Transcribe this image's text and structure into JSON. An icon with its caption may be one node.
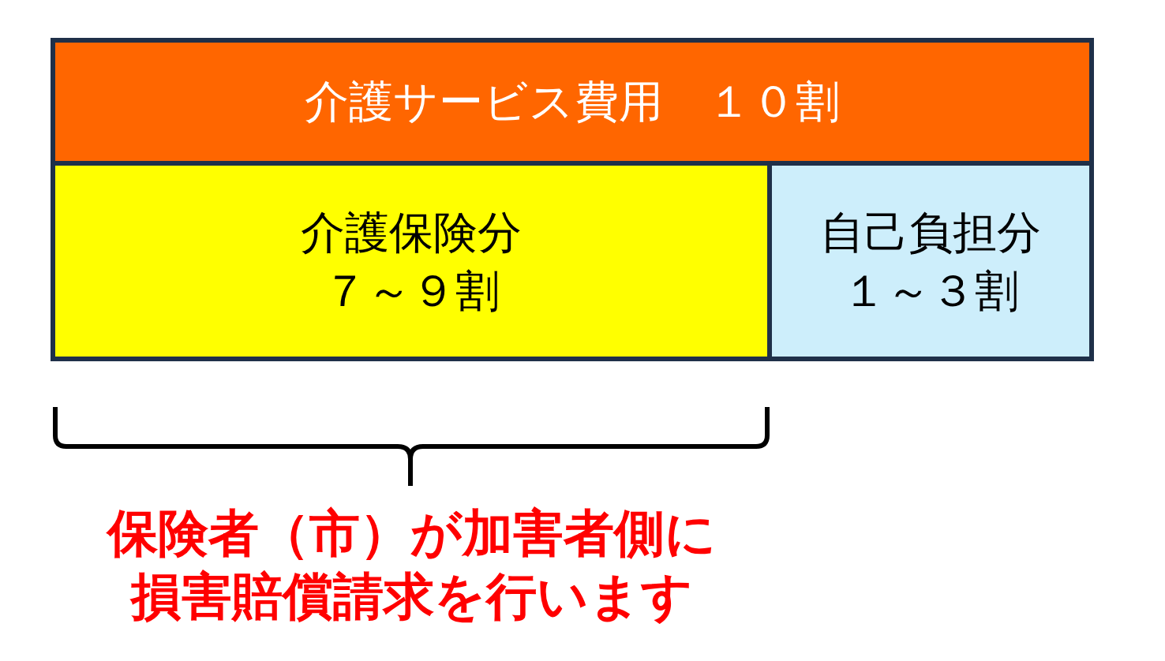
{
  "diagram": {
    "nodes": [
      {
        "text": [
          "介護サービス費用　１０割"
        ]
      },
      {
        "text": [
          "介護保険分",
          "７～９割"
        ]
      },
      {
        "text": [
          "自己負担分",
          "１～３割"
        ]
      }
    ],
    "labels": [
      "保険者（市）が加害者側に損害賠償請求を行います"
    ]
  }
}
